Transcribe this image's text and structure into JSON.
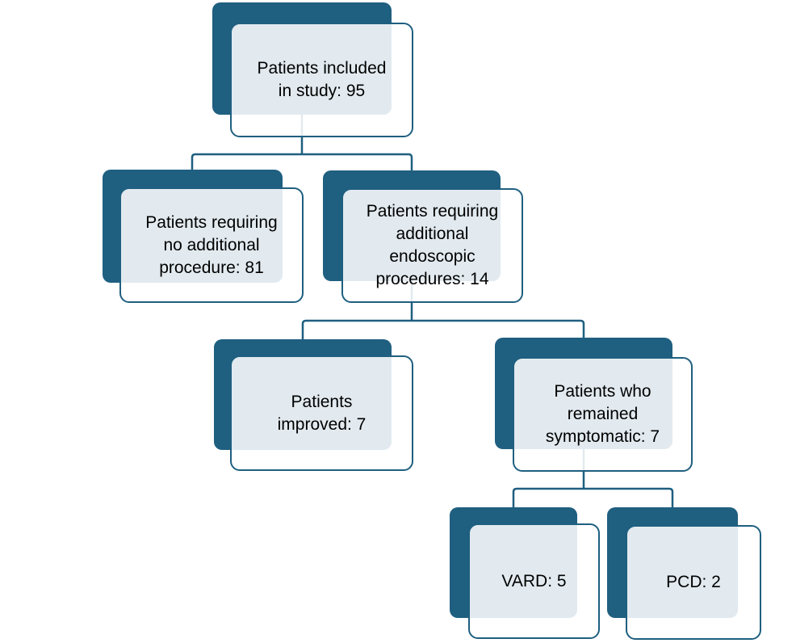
{
  "diagram": {
    "type": "flowchart",
    "background": "#FFFFFF",
    "colors": {
      "shadow": "#1F5F80",
      "border": "#1F5F80",
      "connector": "#1F5F80",
      "panel_overlay": "rgba(255,255,255,0.87)",
      "panel_tint_over_shadow": "#E2E9EE",
      "text": "#000000"
    },
    "nodes": [
      {
        "id": "included",
        "label": "Patients included\nin study: 95",
        "count": 95
      },
      {
        "id": "no-additional",
        "label": "Patients requiring\nno additional\nprocedure: 81",
        "count": 81
      },
      {
        "id": "additional-endoscopic",
        "label": "Patients requiring\nadditional\nendoscopic\nprocedures: 14",
        "count": 14
      },
      {
        "id": "improved",
        "label": "Patients\nimproved: 7",
        "count": 7
      },
      {
        "id": "symptomatic",
        "label": "Patients who\nremained\nsymptomatic: 7",
        "count": 7
      },
      {
        "id": "vard",
        "label": "VARD: 5",
        "count": 5
      },
      {
        "id": "pcd",
        "label": "PCD: 2",
        "count": 2
      }
    ],
    "edges": [
      {
        "from": "included",
        "to": "no-additional"
      },
      {
        "from": "included",
        "to": "additional-endoscopic"
      },
      {
        "from": "additional-endoscopic",
        "to": "improved"
      },
      {
        "from": "additional-endoscopic",
        "to": "symptomatic"
      },
      {
        "from": "symptomatic",
        "to": "vard"
      },
      {
        "from": "symptomatic",
        "to": "pcd"
      }
    ]
  }
}
